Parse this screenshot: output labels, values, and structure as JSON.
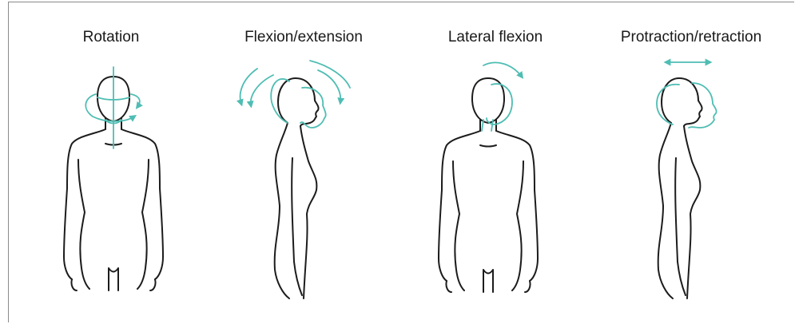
{
  "panels": [
    {
      "title": "Rotation"
    },
    {
      "title": "Flexion/extension"
    },
    {
      "title": "Lateral flexion"
    },
    {
      "title": "Protraction/retraction"
    }
  ],
  "colors": {
    "accent": "#4fbdb3",
    "outline": "#1c1c1c",
    "frame": "#8a8a8a"
  }
}
